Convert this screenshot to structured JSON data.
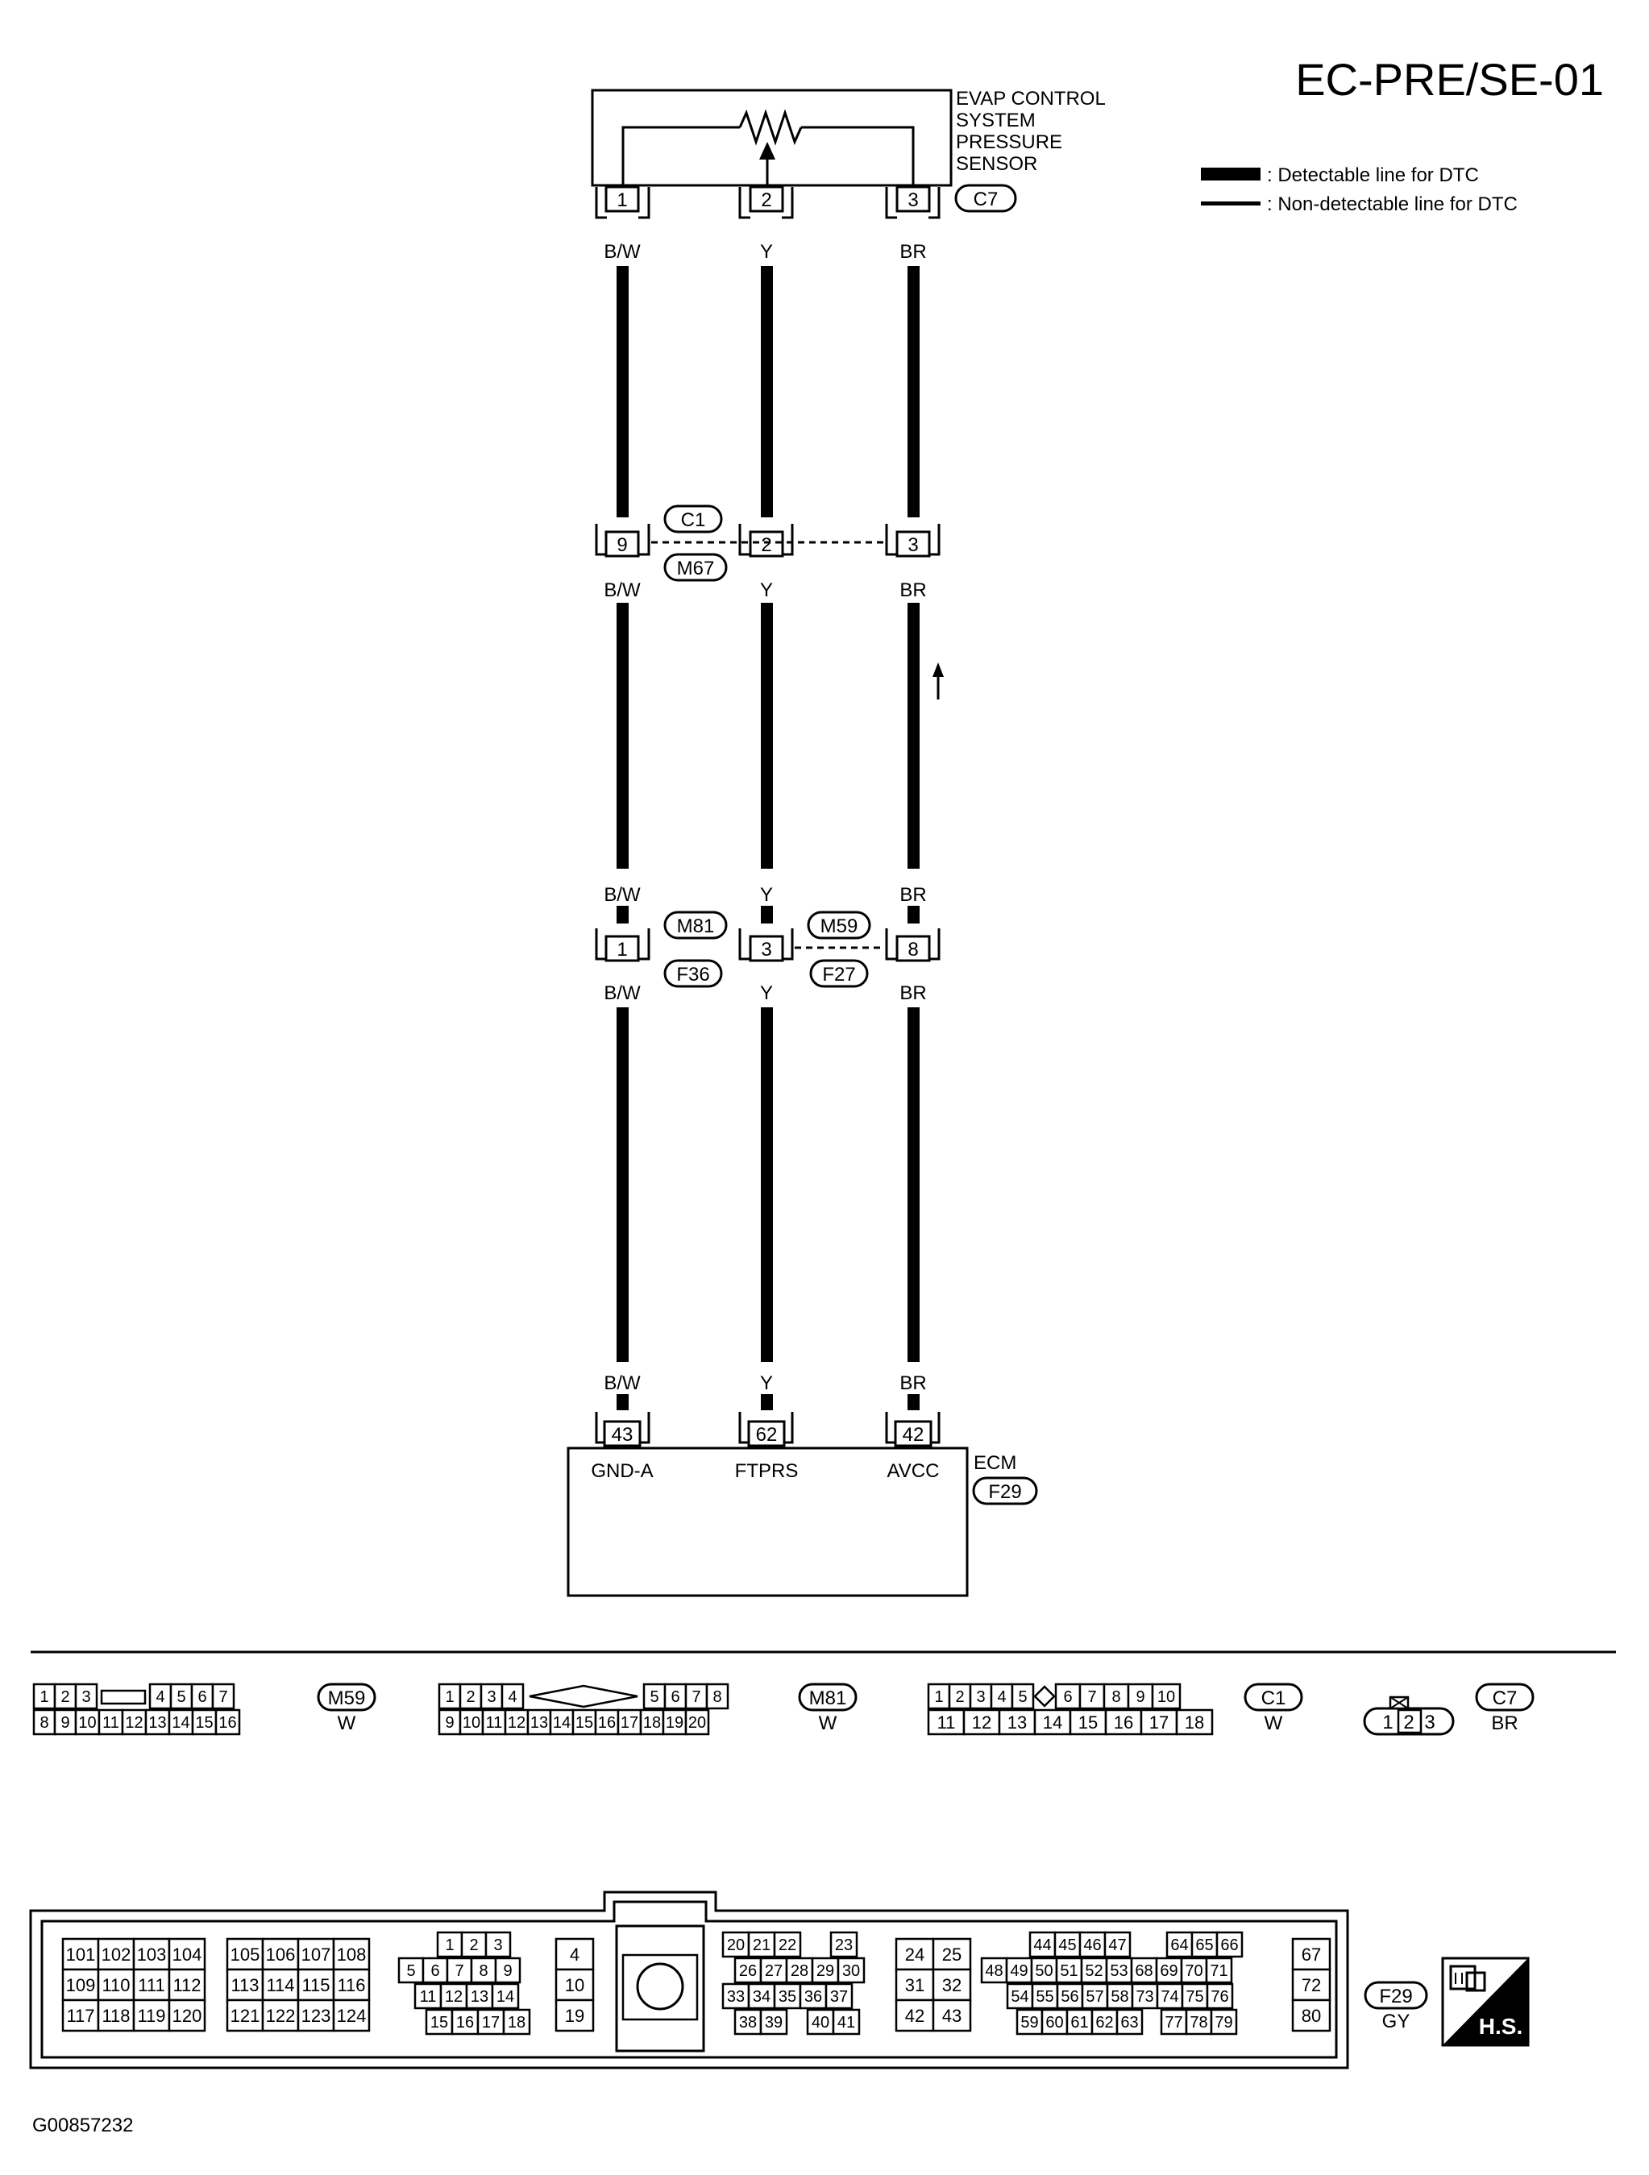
{
  "page_id": "EC-PRE/SE-01",
  "figure_code": "G00857232",
  "legend": {
    "detectable": ": Detectable line for DTC",
    "nondetectable": ": Non-detectable line for DTC"
  },
  "sensor": {
    "label_lines": [
      "EVAP CONTROL",
      "SYSTEM",
      "PRESSURE",
      "SENSOR"
    ],
    "connector": "C7",
    "pins": [
      "1",
      "2",
      "3"
    ]
  },
  "wires": {
    "labels": [
      "B/W",
      "Y",
      "BR"
    ]
  },
  "junction1": {
    "pins": [
      "9",
      "2",
      "3"
    ],
    "connector_top": "C1",
    "connector_bottom": "M67"
  },
  "junction2": {
    "pins": [
      "1",
      "3",
      "8"
    ],
    "connector_a": "M81",
    "connector_b": "F36",
    "connector_c": "M59",
    "connector_d": "F27"
  },
  "ecm": {
    "label": "ECM",
    "connector": "F29",
    "pins": [
      "43",
      "62",
      "42"
    ],
    "signals": [
      "GND-A",
      "FTPRS",
      "AVCC"
    ]
  },
  "connector_views": {
    "m59": {
      "id": "M59",
      "color": "W",
      "row1": [
        "1",
        "2",
        "3",
        "",
        "4",
        "5",
        "6",
        "7"
      ],
      "row2": [
        "8",
        "9",
        "10",
        "11",
        "12",
        "13",
        "14",
        "15",
        "16"
      ]
    },
    "m81": {
      "id": "M81",
      "color": "W",
      "row1a": [
        "1",
        "2",
        "3",
        "4"
      ],
      "row1b": [
        "5",
        "6",
        "7",
        "8"
      ],
      "row2": [
        "9",
        "10",
        "11",
        "12",
        "13",
        "14",
        "15",
        "16",
        "17",
        "18",
        "19",
        "20"
      ]
    },
    "c1": {
      "id": "C1",
      "color": "W",
      "row1a": [
        "1",
        "2",
        "3",
        "4",
        "5"
      ],
      "row1b": [
        "6",
        "7",
        "8",
        "9",
        "10"
      ],
      "row2": [
        "11",
        "12",
        "13",
        "14",
        "15",
        "16",
        "17",
        "18"
      ]
    },
    "c7": {
      "id": "C7",
      "color": "BR",
      "pins": [
        "1",
        "2",
        "3"
      ]
    },
    "f29": {
      "id": "F29",
      "color": "GY",
      "g1": [
        [
          "101",
          "102",
          "103",
          "104"
        ],
        [
          "109",
          "110",
          "111",
          "112"
        ],
        [
          "117",
          "118",
          "119",
          "120"
        ]
      ],
      "g2": [
        [
          "105",
          "106",
          "107",
          "108"
        ],
        [
          "113",
          "114",
          "115",
          "116"
        ],
        [
          "121",
          "122",
          "123",
          "124"
        ]
      ],
      "g3": [
        [
          "1",
          "2",
          "3"
        ],
        [
          "5",
          "6",
          "7",
          "8",
          "9"
        ],
        [
          "11",
          "12",
          "13",
          "14"
        ],
        [
          "15",
          "16",
          "17",
          "18"
        ]
      ],
      "g4": [
        "4",
        "10",
        "19"
      ],
      "g5": [
        [
          "20",
          "21",
          "22",
          "23"
        ],
        [
          "26",
          "27",
          "28",
          "29",
          "30"
        ],
        [
          "33",
          "34",
          "35",
          "36",
          "37"
        ],
        [
          "38",
          "39",
          "40",
          "41"
        ]
      ],
      "g6": [
        [
          "24",
          "25"
        ],
        [
          "31",
          "32"
        ],
        [
          "42",
          "43"
        ]
      ],
      "g7": [
        [
          "44",
          "45",
          "46",
          "47",
          "64",
          "65",
          "66"
        ],
        [
          "48",
          "49",
          "50",
          "51",
          "52",
          "53",
          "68",
          "69",
          "70",
          "71"
        ],
        [
          "54",
          "55",
          "56",
          "57",
          "58",
          "73",
          "74",
          "75",
          "76"
        ],
        [
          "59",
          "60",
          "61",
          "62",
          "63",
          "77",
          "78",
          "79"
        ]
      ],
      "g8": [
        "67",
        "72",
        "80"
      ]
    }
  },
  "hs_label": "H.S."
}
